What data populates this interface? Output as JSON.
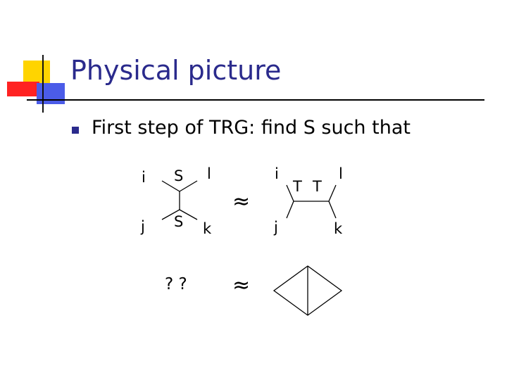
{
  "title": "Physical picture",
  "bullet": "First step of TRG: find S such that",
  "approx_symbol": "≈",
  "left_diagram": {
    "labels": {
      "i": "i",
      "j": "j",
      "k": "k",
      "l": "l",
      "s_top": "S",
      "s_bottom": "S"
    }
  },
  "right_diagram": {
    "labels": {
      "i": "i",
      "j": "j",
      "k": "k",
      "l": "l",
      "t_left": "T",
      "t_right": "T"
    }
  },
  "unknown_label": "? ?",
  "colors": {
    "title": "#2a2a8c",
    "bullet": "#2a2a8c",
    "accent_yellow": "#ffd400",
    "accent_red": "#ff2222",
    "accent_blue": "#4b5ce8"
  }
}
